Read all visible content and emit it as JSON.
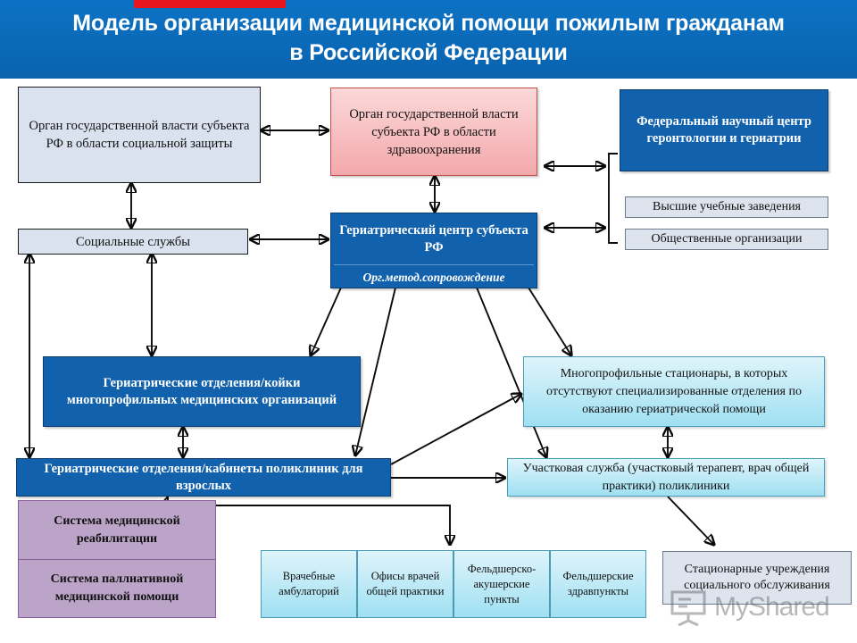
{
  "header": {
    "title_line1": "Модель организации медицинской помощи пожилым гражданам",
    "title_line2": "в Российской Федерации",
    "accent_bar_color": "#e8171f",
    "banner_color": "#0b6fc0"
  },
  "nodes": {
    "social_authority": "Орган государственной власти субъекта РФ  в области социальной защиты",
    "health_authority": "Орган государственной власти субъекта РФ в области здравоохранения",
    "federal_center": "Федеральный научный центр геронтологии и гериатрии",
    "social_services": "Социальные службы",
    "geriatric_center_title": "Гериатрический центр субъекта РФ",
    "geriatric_center_sub": "Орг.метод.сопровождение",
    "universities": "Высшие учебные заведения",
    "ngo": "Общественные организации",
    "geriatric_beds": "Гериатрические отделения/койки многопрофильных медицинских организаций",
    "multi_hospitals": "Многопрофильные стационары, в которых отсутствуют специализированные отделения по оказанию гериатрической помощи",
    "geriatric_clinics": "Гериатрические отделения/кабинеты поликлиник для взрослых",
    "district_service": "Участковая служба (участковый терапевт, врач общей практики) поликлиники",
    "rehab_system": "Система медицинской реабилитации",
    "palliative_system": "Система паллиативной медицинской помощи",
    "social_inpatient": "Стационарные учреждения социального обслуживания"
  },
  "bottom_strip": [
    "Врачебные амбулаторий",
    "Офисы врачей общей практики",
    "Фельдшерско-акушерские пункты",
    "Фельдшерские здравпункты"
  ],
  "watermark": {
    "text": "MyShared",
    "icon": "presentation-board-icon"
  },
  "palette": {
    "dark_blue": "#1161ad",
    "light_blue": "#9fe0f2",
    "pink": "#f3a9ac",
    "mauve": "#bca4c8",
    "gray_blue": "#dae2ef"
  }
}
